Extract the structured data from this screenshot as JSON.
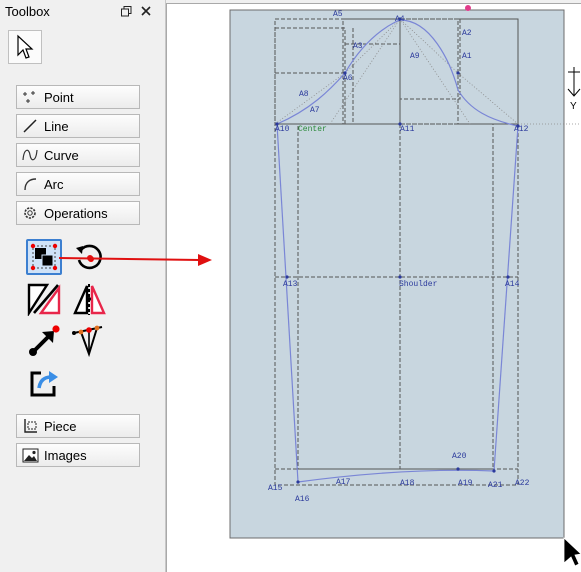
{
  "toolbox": {
    "title": "Toolbox",
    "float_icon": "float-icon",
    "close_icon": "close-icon",
    "categories": [
      {
        "label": "Point",
        "icon": "point-icon"
      },
      {
        "label": "Line",
        "icon": "line-icon"
      },
      {
        "label": "Curve",
        "icon": "curve-icon"
      },
      {
        "label": "Arc",
        "icon": "arc-icon"
      },
      {
        "label": "Operations",
        "icon": "gear-icon"
      },
      {
        "label": "Piece",
        "icon": "piece-icon"
      },
      {
        "label": "Images",
        "icon": "image-icon"
      }
    ],
    "operation_tools": [
      {
        "icon": "group-objects-icon",
        "selected": true
      },
      {
        "icon": "rotate-icon",
        "selected": false
      },
      {
        "icon": "flip-by-line-icon",
        "selected": false
      },
      {
        "icon": "flip-by-axis-icon",
        "selected": false
      },
      {
        "icon": "move-icon",
        "selected": false
      },
      {
        "icon": "true-darts-icon",
        "selected": false
      },
      {
        "icon": "export-icon",
        "selected": false
      }
    ]
  },
  "canvas": {
    "axis_label": "Y",
    "labels": {
      "top_a": "A5",
      "top_b": "A4",
      "top_c": "A3",
      "top_d": "A9",
      "top_e": "A2",
      "top_f": "A1",
      "left_a": "A8",
      "left_b": "A7",
      "left_c": "A6",
      "mid_left": "A10",
      "mid_center": "A11",
      "mid_right": "A12",
      "green_center": "Center",
      "center_label": "Shoulder",
      "side_left": "A13",
      "side_right": "A14",
      "bot_a": "A15",
      "bot_b": "A16",
      "bot_c": "A17",
      "bot_d": "A18",
      "bot_e": "A19",
      "bot_f": "A20",
      "bot_g": "A21",
      "bot_h": "A22"
    },
    "colors": {
      "paper": "#c8d6df",
      "guides": "#555555",
      "curve": "#7a86d6",
      "label": "#2b3a9c",
      "arrow": "#e01010"
    }
  }
}
